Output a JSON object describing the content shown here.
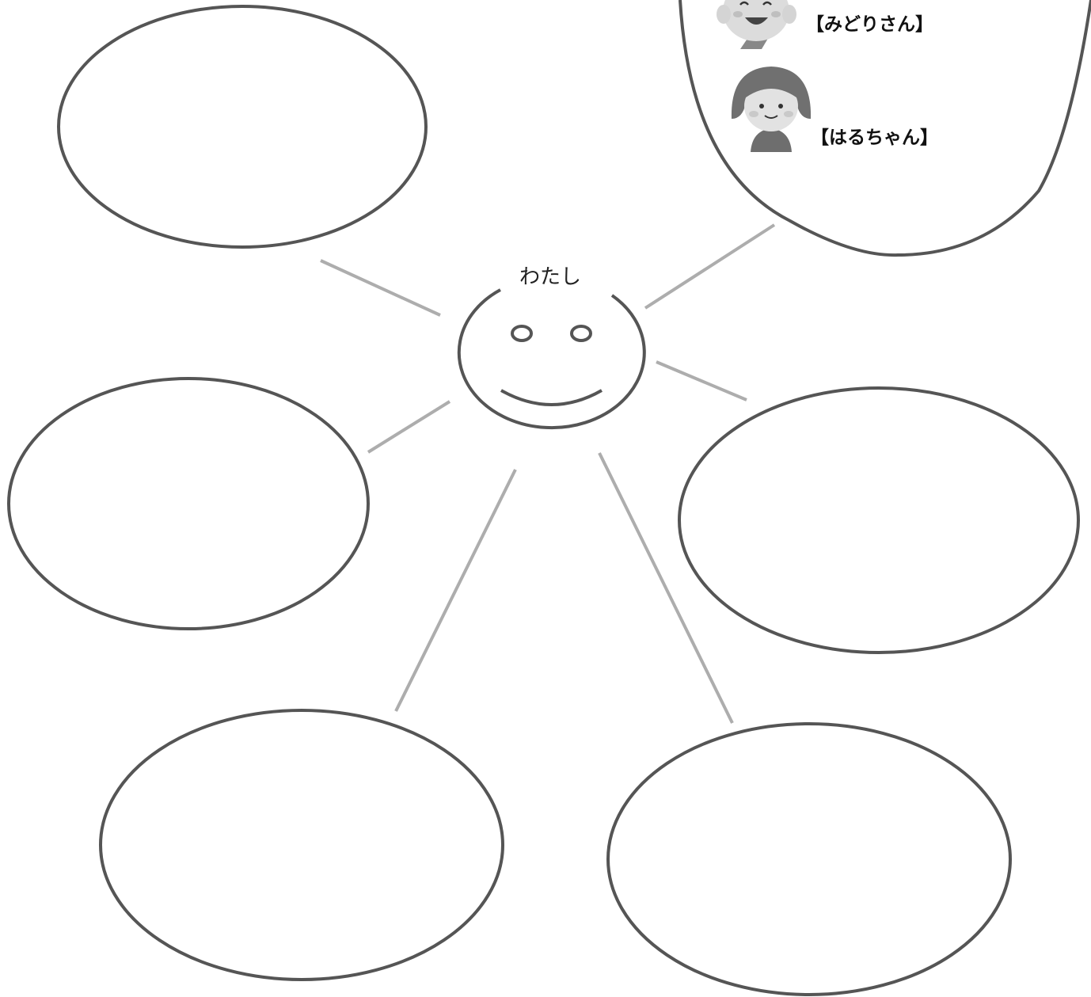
{
  "center": {
    "label": "わたし"
  },
  "people": [
    {
      "name": "【みどりさん】",
      "icon": "boy-face-icon"
    },
    {
      "name": "【はるちゃん】",
      "icon": "girl-face-icon"
    }
  ],
  "nodes": [
    {
      "id": "top-right",
      "content": "people"
    },
    {
      "id": "top-left",
      "content": ""
    },
    {
      "id": "middle-left",
      "content": ""
    },
    {
      "id": "middle-right",
      "content": ""
    },
    {
      "id": "bottom-left",
      "content": ""
    },
    {
      "id": "bottom-right",
      "content": ""
    }
  ],
  "colors": {
    "outline": "#555555",
    "connector": "#adadad",
    "hair": "#6e6e6e",
    "skin": "#e6e6e6"
  }
}
